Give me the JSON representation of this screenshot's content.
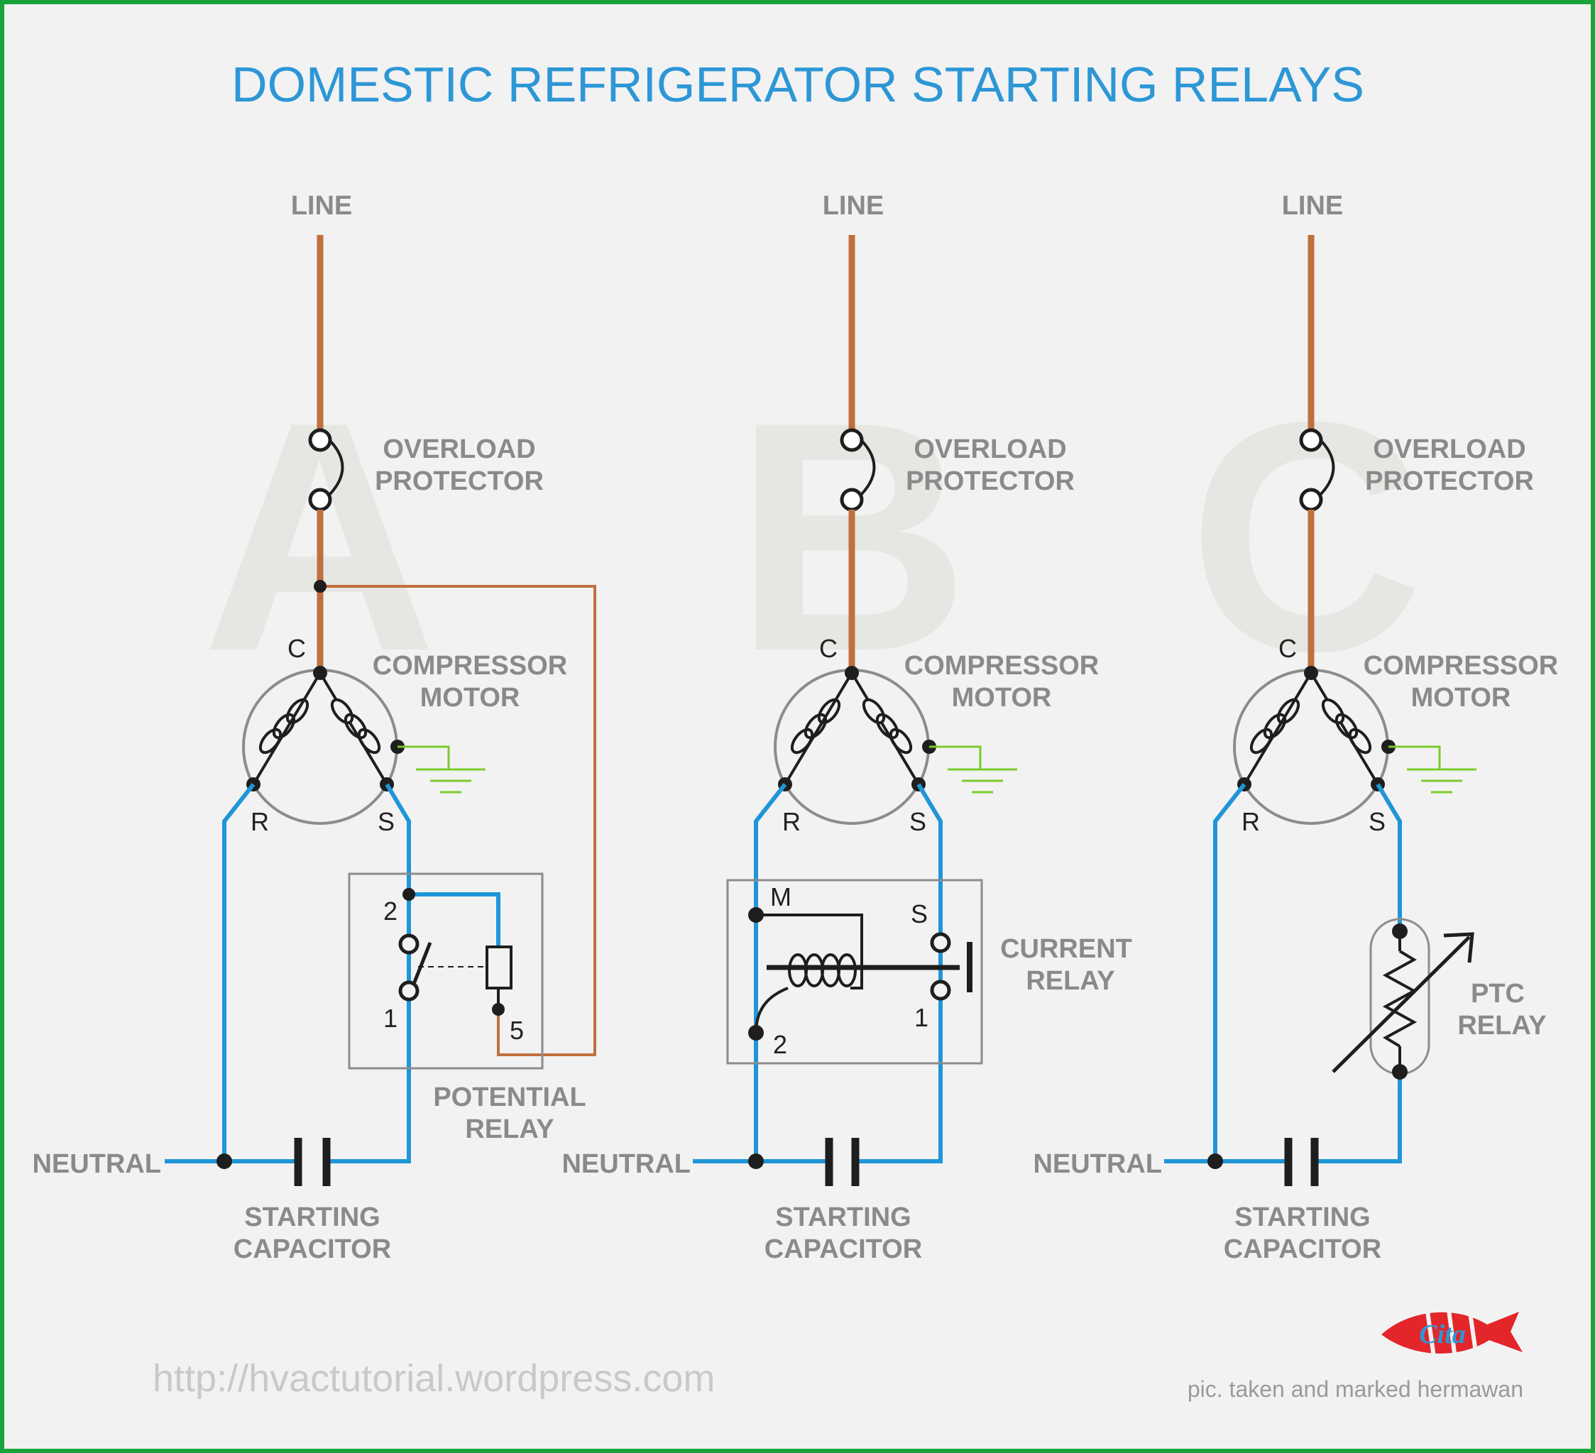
{
  "title": "DOMESTIC REFRIGERATOR STARTING RELAYS",
  "colors": {
    "line_wire": "#c06f3e",
    "neutral_wire": "#1f96d8",
    "ground": "#7acc2a",
    "title": "#2d97d6",
    "border": "#1aa33a"
  },
  "panels": [
    {
      "letter": "A",
      "line_label": "LINE",
      "overload_label": [
        "OVERLOAD",
        "PROTECTOR"
      ],
      "motor_label": [
        "COMPRESSOR",
        "MOTOR"
      ],
      "terminals": {
        "c": "C",
        "r": "R",
        "s": "S"
      },
      "relay_label": [
        "POTENTIAL",
        "RELAY"
      ],
      "relay_pins": [
        "2",
        "1",
        "5"
      ],
      "neutral_label": "NEUTRAL",
      "capacitor_label": [
        "STARTING",
        "CAPACITOR"
      ]
    },
    {
      "letter": "B",
      "line_label": "LINE",
      "overload_label": [
        "OVERLOAD",
        "PROTECTOR"
      ],
      "motor_label": [
        "COMPRESSOR",
        "MOTOR"
      ],
      "terminals": {
        "c": "C",
        "r": "R",
        "s": "S"
      },
      "relay_label": [
        "CURRENT",
        "RELAY"
      ],
      "relay_pins": [
        "M",
        "S",
        "2",
        "1"
      ],
      "neutral_label": "NEUTRAL",
      "capacitor_label": [
        "STARTING",
        "CAPACITOR"
      ]
    },
    {
      "letter": "C",
      "line_label": "LINE",
      "overload_label": [
        "OVERLOAD",
        "PROTECTOR"
      ],
      "motor_label": [
        "COMPRESSOR",
        "MOTOR"
      ],
      "terminals": {
        "c": "C",
        "r": "R",
        "s": "S"
      },
      "relay_label": [
        "PTC",
        "RELAY"
      ],
      "neutral_label": "NEUTRAL",
      "capacitor_label": [
        "STARTING",
        "CAPACITOR"
      ]
    }
  ],
  "footer": {
    "url": "http://hvactutorial.wordpress.com",
    "credit": "pic. taken and marked hermawan",
    "logo_text": "Cita"
  }
}
